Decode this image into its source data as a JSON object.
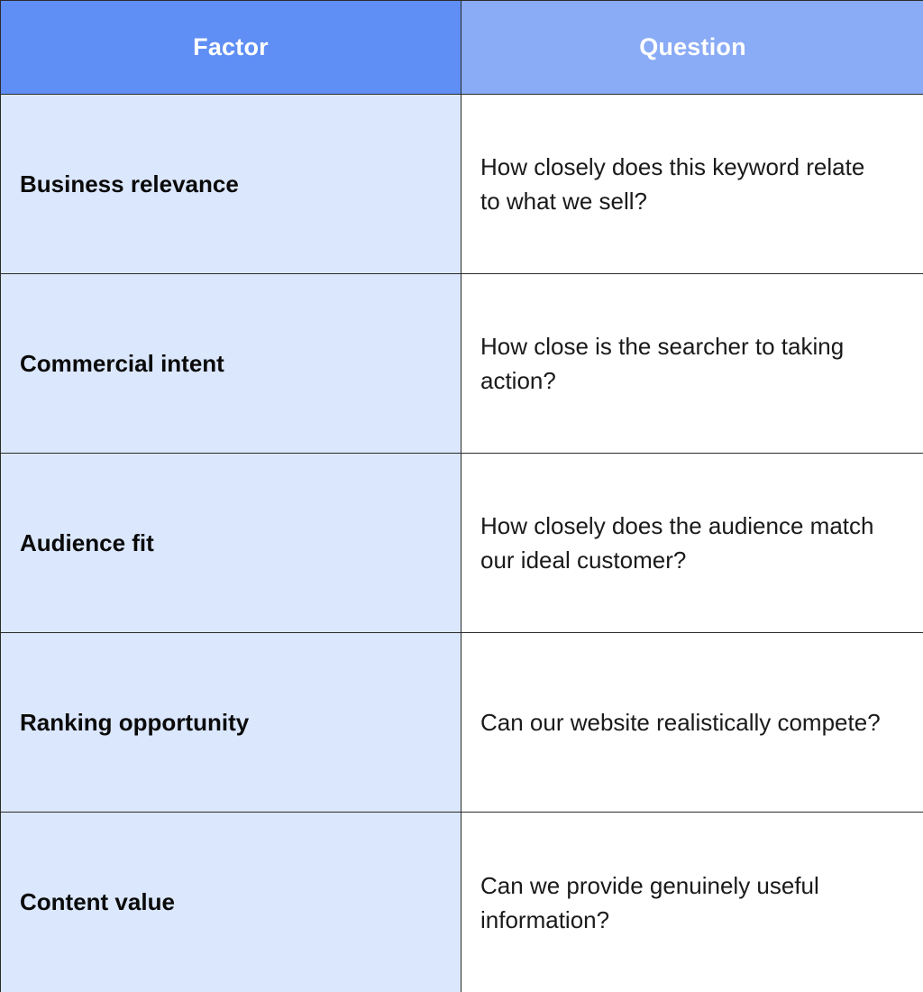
{
  "header": {
    "factor_label": "Factor",
    "question_label": "Question"
  },
  "rows": [
    {
      "factor": "Business relevance",
      "question": "How closely does this keyword relate to what we sell?"
    },
    {
      "factor": "Commercial intent",
      "question": "How close is the searcher to taking action?"
    },
    {
      "factor": "Audience fit",
      "question": "How closely does the audience match our ideal customer?"
    },
    {
      "factor": "Ranking opportunity",
      "question": "Can our website realistically compete?"
    },
    {
      "factor": "Content value",
      "question": "Can we provide genuinely useful information?"
    }
  ],
  "colors": {
    "header_factor_bg": "#5f8ef5",
    "header_question_bg": "#8aabf6",
    "factor_cell_bg": "#dbe7fd",
    "border": "#2b2b2b"
  }
}
